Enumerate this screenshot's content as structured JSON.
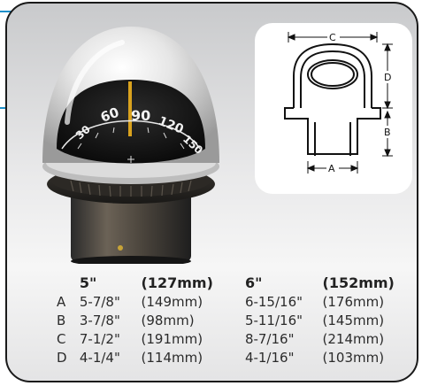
{
  "diagram": {
    "labels": {
      "c": "C",
      "d": "D",
      "b": "B",
      "a": "A"
    }
  },
  "compass": {
    "dial_labels": [
      "30",
      "60",
      "90",
      "120",
      "150"
    ]
  },
  "specs": {
    "header": {
      "col1": "5\"",
      "col2": "(127mm)",
      "col3": "6\"",
      "col4": "(152mm)"
    },
    "rows": [
      {
        "key": "A",
        "in5": "5-7/8\"",
        "mm5": "(149mm)",
        "in6": "6-15/16\"",
        "mm6": "(176mm)"
      },
      {
        "key": "B",
        "in5": "3-7/8\"",
        "mm5": "(98mm)",
        "in6": "5-11/16\"",
        "mm6": "(145mm)"
      },
      {
        "key": "C",
        "in5": "7-1/2\"",
        "mm5": "(191mm)",
        "in6": "8-7/16\"",
        "mm6": "(214mm)"
      },
      {
        "key": "D",
        "in5": "4-1/4\"",
        "mm5": "(114mm)",
        "in6": "4-1/16\"",
        "mm6": "(103mm)"
      }
    ]
  }
}
